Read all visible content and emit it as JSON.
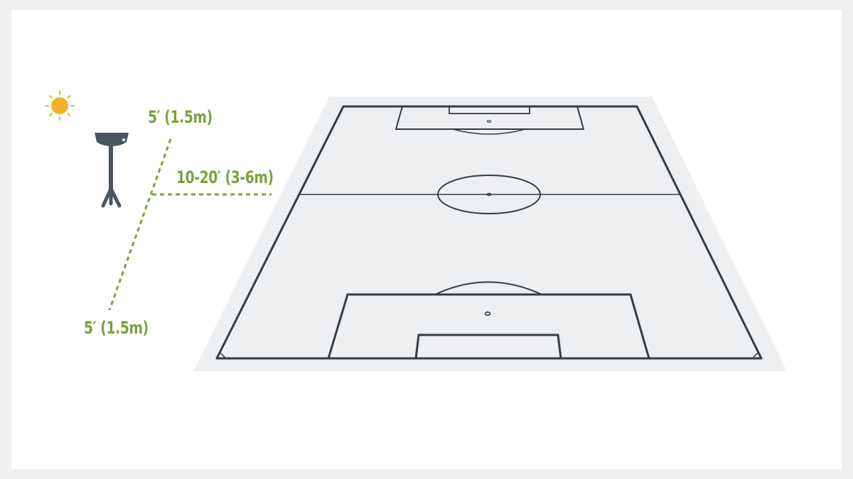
{
  "labels": {
    "top_distance": "5′ (1.5m)",
    "side_distance": "10-20′ (3-6m)",
    "bottom_distance": "5′ (1.5m)"
  },
  "icons": {
    "sun": "sun-icon",
    "camera": "camera-on-tripod-icon"
  },
  "colors": {
    "accent_green": "#7aa23f",
    "sun_yellow": "#f0b323",
    "line_dark": "#333b46",
    "field_fill": "#eeeff1",
    "camera_gray": "#4a5561"
  }
}
